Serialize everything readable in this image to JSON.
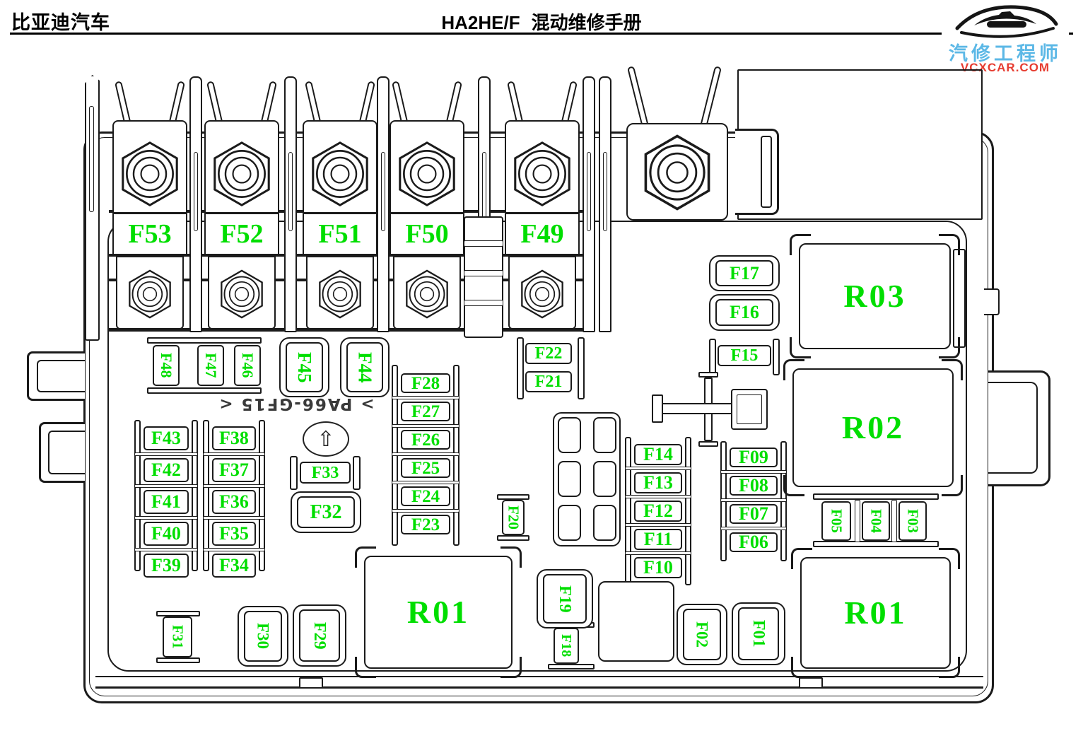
{
  "header": {
    "brand": "比亚迪汽车",
    "model": "HA2HE/F",
    "subtitle": "混动维修手册"
  },
  "logo": {
    "name": "汽修工程师",
    "site": "VCXCAR.COM"
  },
  "colors": {
    "label_green": "#00de00",
    "logo_blue": "#5cb8e6",
    "logo_red": "#e63c30",
    "line": "#1b1b1b"
  },
  "diagram": {
    "molded_text": "> PA66-GF15 <",
    "arrow_glyph": "⇧",
    "fuse_labels": {
      "F01": "F01",
      "F02": "F02",
      "F03": "F03",
      "F04": "F04",
      "F05": "F05",
      "F06": "F06",
      "F07": "F07",
      "F08": "F08",
      "F09": "F09",
      "F10": "F10",
      "F11": "F11",
      "F12": "F12",
      "F13": "F13",
      "F14": "F14",
      "F15": "F15",
      "F16": "F16",
      "F17": "F17",
      "F18": "F18",
      "F19": "F19",
      "F20": "F20",
      "F21": "F21",
      "F22": "F22",
      "F23": "F23",
      "F24": "F24",
      "F25": "F25",
      "F26": "F26",
      "F27": "F27",
      "F28": "F28",
      "F29": "F29",
      "F30": "F30",
      "F31": "F31",
      "F32": "F32",
      "F33": "F33",
      "F34": "F34",
      "F35": "F35",
      "F36": "F36",
      "F37": "F37",
      "F38": "F38",
      "F39": "F39",
      "F40": "F40",
      "F41": "F41",
      "F42": "F42",
      "F43": "F43",
      "F44": "F44",
      "F45": "F45",
      "F46": "F46",
      "F47": "F47",
      "F48": "F48",
      "F49": "F49",
      "F50": "F50",
      "F51": "F51",
      "F52": "F52",
      "F53": "F53"
    },
    "relay_labels": {
      "R01_left": "R01",
      "R01_right": "R01",
      "R02": "R02",
      "R03": "R03"
    }
  }
}
